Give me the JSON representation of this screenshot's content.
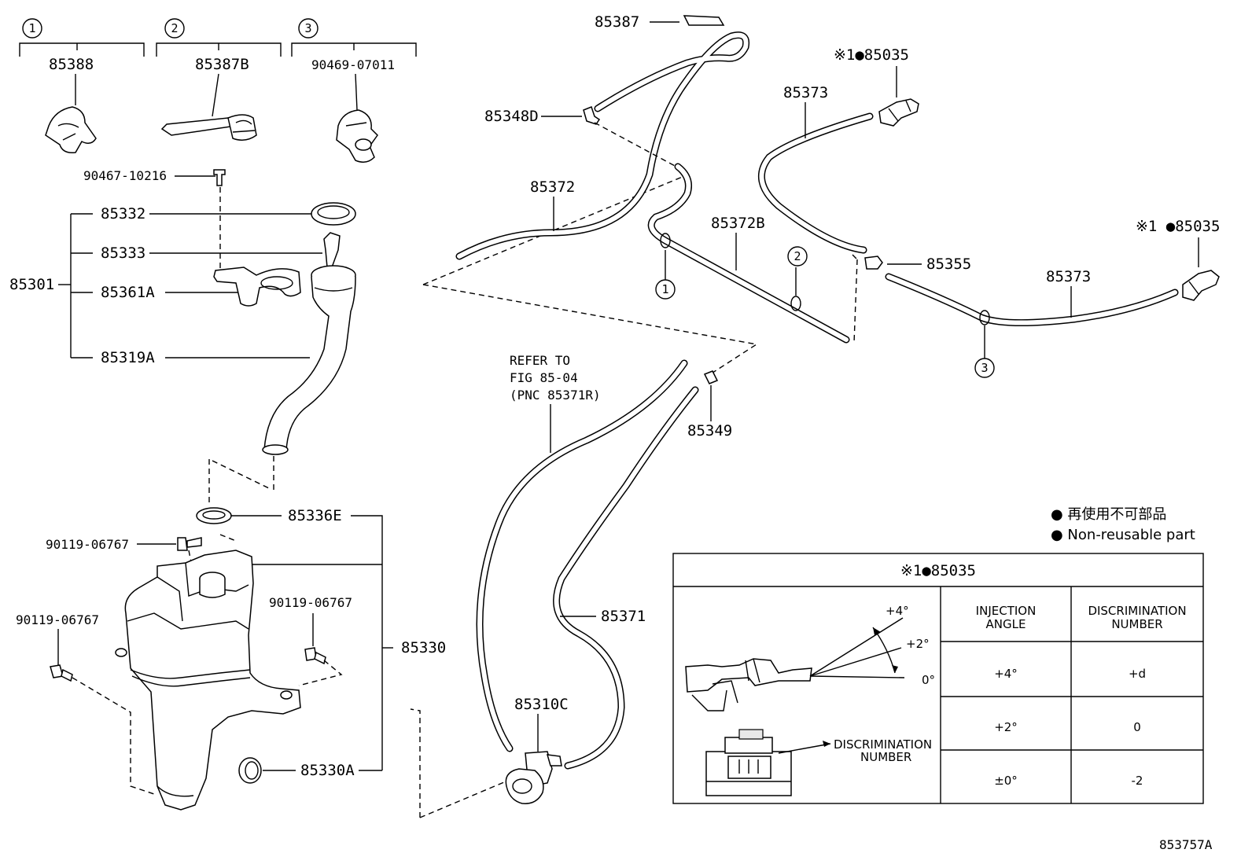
{
  "variants": [
    {
      "num": "1",
      "part": "85388"
    },
    {
      "num": "2",
      "part": "85387B"
    },
    {
      "num": "3",
      "part": "90469-07011"
    }
  ],
  "parts": {
    "p90467": "90467-10216",
    "p85332": "85332",
    "p85333": "85333",
    "p85301": "85301",
    "p85361A": "85361A",
    "p85319A": "85319A",
    "p85336E": "85336E",
    "p90119a": "90119-06767",
    "p90119b": "90119-06767",
    "p90119c": "90119-06767",
    "p85330": "85330",
    "p85330A": "85330A",
    "p85387": "85387",
    "p85348D": "85348D",
    "p85372": "85372",
    "p85372B": "85372B",
    "p85373a": "85373",
    "p85373b": "85373",
    "p85035a": "※1●85035",
    "p85035b": "※1 ●85035",
    "p85355": "85355",
    "p85349": "85349",
    "p85371": "85371",
    "p85310C": "85310C"
  },
  "refer": [
    "REFER TO",
    "FIG 85-04",
    "(PNC 85371R)"
  ],
  "legend": {
    "jp": "● 再使用不可部品",
    "en": "● Non-reusable part"
  },
  "table": {
    "title": "※1●85035",
    "col1": [
      "INJECTION",
      "ANGLE"
    ],
    "col2": [
      "DISCRIMINATION",
      "NUMBER"
    ],
    "rows": [
      {
        "angle": "+4°",
        "num": "+d"
      },
      {
        "angle": "+2°",
        "num": "0"
      },
      {
        "angle": "±0°",
        "num": "-2"
      }
    ],
    "angles": {
      "a4": "+4°",
      "a2": "+2°",
      "a0": "0°"
    },
    "disc_label": [
      "DISCRIMINATION",
      "NUMBER"
    ]
  },
  "fig_id": "853757A"
}
